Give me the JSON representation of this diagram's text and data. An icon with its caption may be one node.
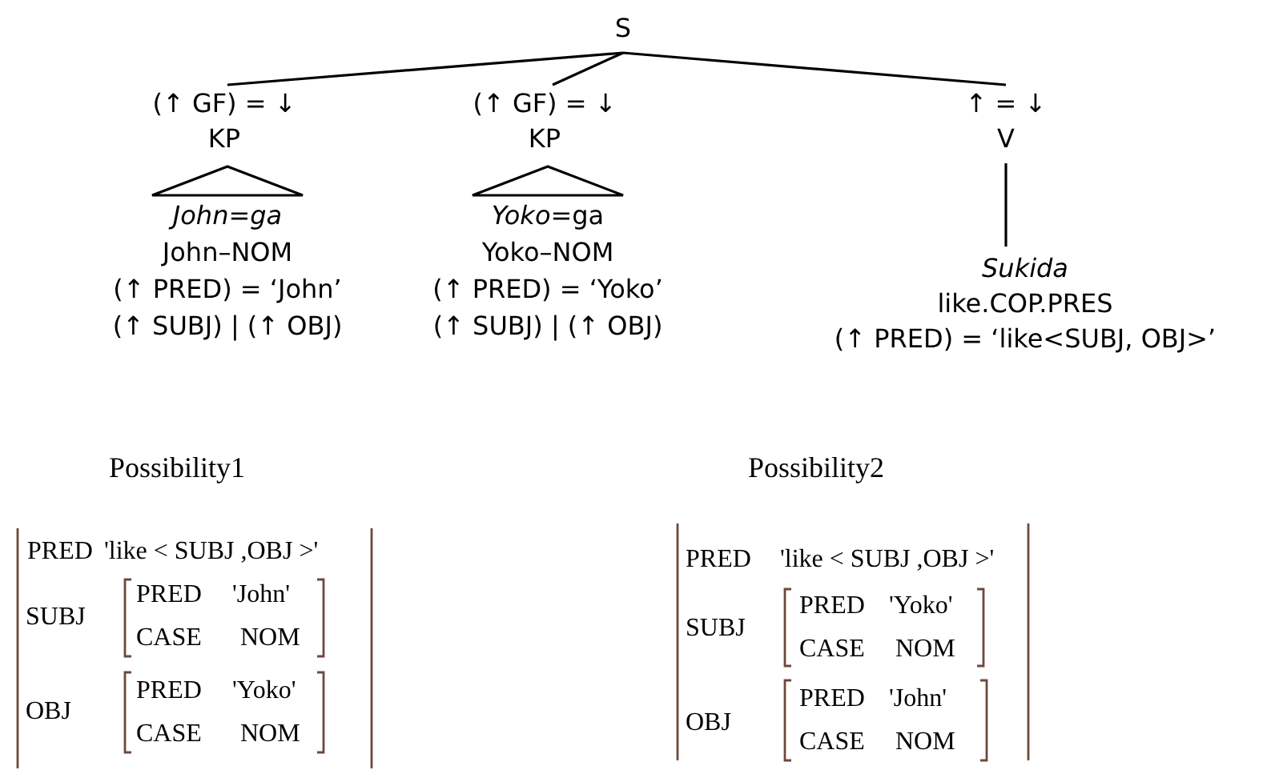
{
  "diagram": {
    "nodes": [
      {
        "text": [
          "S"
        ]
      },
      {
        "text": [
          "(↑ GF) = ↓",
          "KP"
        ]
      },
      {
        "text": [
          "(↑ GF) = ↓",
          "KP"
        ]
      },
      {
        "text": [
          "↑ = ↓",
          "V"
        ]
      },
      {
        "text": [
          "*John=ga*",
          "John–NOM",
          "(↑ PRED) = ‘John’",
          "(↑ SUBJ) | (↑ OBJ)"
        ]
      },
      {
        "text": [
          "*Yoko*=ga",
          "Yoko–NOM",
          "(↑ PRED) = ‘Yoko’",
          "(↑ SUBJ) | (↑ OBJ)"
        ]
      },
      {
        "text": [
          "*Sukida*",
          "like.COP.PRES",
          "(↑ PRED) = ‘like<SUBJ, OBJ>’"
        ]
      }
    ],
    "edges": [
      {
        "from": 0,
        "to": 1,
        "arrow": "none"
      },
      {
        "from": 0,
        "to": 2,
        "arrow": "none"
      },
      {
        "from": 0,
        "to": 3,
        "arrow": "none"
      },
      {
        "from": 1,
        "to": 4,
        "arrow": "none"
      },
      {
        "from": 2,
        "to": 5,
        "arrow": "none"
      },
      {
        "from": 3,
        "to": 6,
        "arrow": "none"
      }
    ],
    "labels": [
      "Possibility1",
      "PRED",
      "'like < SUBJ ,OBJ >'",
      "SUBJ",
      "PRED",
      "'John'",
      "CASE",
      "NOM",
      "OBJ",
      "PRED",
      "'Yoko'",
      "CASE",
      "NOM",
      "Possibility2",
      "PRED",
      "'like < SUBJ ,OBJ >'",
      "SUBJ",
      "PRED",
      "'Yoko'",
      "CASE",
      "NOM",
      "OBJ",
      "PRED",
      "'John'",
      "CASE",
      "NOM"
    ]
  }
}
